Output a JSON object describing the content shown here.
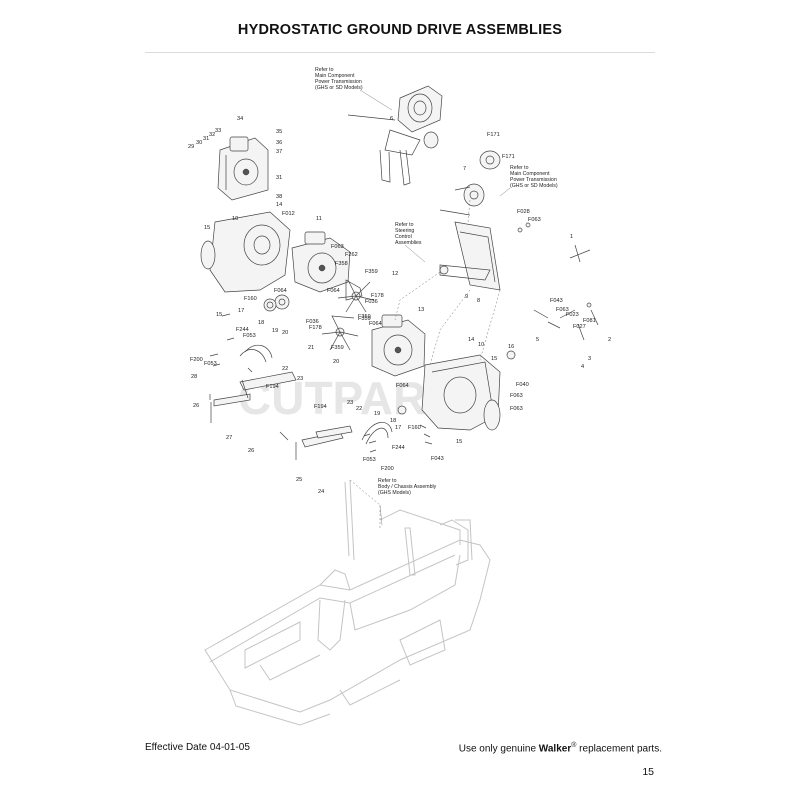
{
  "page": {
    "title": "HYDROSTATIC GROUND DRIVE ASSEMBLIES",
    "effective_date": "Effective Date 04-01-05",
    "footer_prefix": "Use only genuine",
    "brand": "Walker",
    "registered": "®",
    "footer_suffix": "replacement parts.",
    "page_number": "15"
  },
  "watermark": "CUTPARTS",
  "reference_notes": [
    {
      "id": "power1",
      "lines": [
        "Refer to",
        "Main Component",
        "Power Transmission",
        "(GHS or SD Models)"
      ]
    },
    {
      "id": "power2",
      "lines": [
        "Refer to",
        "Main Component",
        "Power Transmission",
        "(GHS or SD Models)"
      ]
    },
    {
      "id": "steering",
      "lines": [
        "Refer to",
        "Steering",
        "Control",
        "Assemblies"
      ]
    },
    {
      "id": "chassis",
      "lines": [
        "Refer to",
        "Body / Chassis Assembly",
        "(GHS Models)"
      ]
    }
  ],
  "callouts": [
    "34",
    "29",
    "30",
    "31",
    "32",
    "33",
    "35",
    "36",
    "37",
    "31",
    "38",
    "14",
    "10",
    "F012",
    "11",
    "15",
    "F063",
    "F262",
    "F358",
    "F359",
    "F359",
    "12",
    "F064",
    "F178",
    "F036",
    "9",
    "8",
    "15",
    "17",
    "F160",
    "18",
    "19",
    "20",
    "F064",
    "F036",
    "F178",
    "13",
    "F359",
    "F064",
    "21",
    "F359",
    "20",
    "F244",
    "F053",
    "F200",
    "F053",
    "28",
    "22",
    "23",
    "F194",
    "26",
    "27",
    "F194",
    "23",
    "22",
    "25",
    "26",
    "24",
    "19",
    "18",
    "17",
    "F160",
    "F053",
    "F244",
    "F200",
    "14",
    "10",
    "16",
    "15",
    "F064",
    "F040",
    "F063",
    "F063",
    "F043",
    "15",
    "6",
    "F171",
    "F171",
    "7",
    "F028",
    "F063",
    "1",
    "F043",
    "F063",
    "F023",
    "F081",
    "F027",
    "5",
    "4",
    "3",
    "2"
  ]
}
